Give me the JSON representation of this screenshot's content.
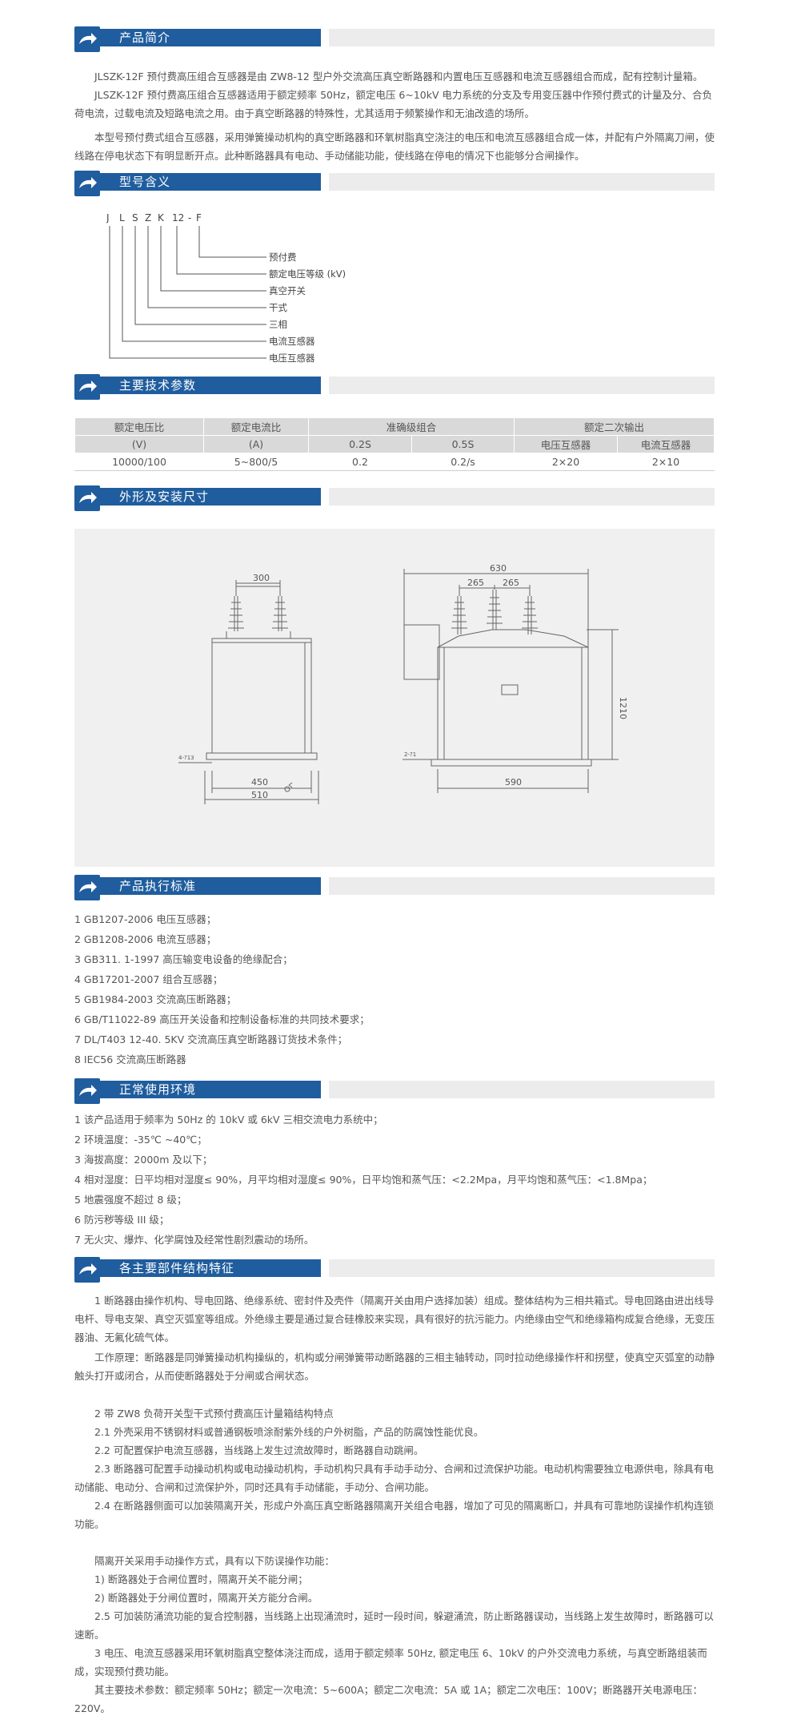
{
  "sections": {
    "intro": "产品简介",
    "model": "型号含义",
    "params": "主要技术参数",
    "dims": "外形及安装尺寸",
    "standards": "产品执行标准",
    "env": "正常使用环境",
    "structure": "各主要部件结构特征"
  },
  "intro": {
    "p1": "JLSZK-12F 预付费高压组合互感器是由 ZW8-12 型户外交流高压真空断路器和内置电压互感器和电流互感器组合而成，配有控制计量箱。",
    "p2": "JLSZK-12F 预付费高压组合互感器适用于额定频率 50Hz，额定电压 6~10kV 电力系统的分支及专用变压器中作预付费式的计量及分、合负荷电流，过载电流及短路电流之用。由于真空断路器的特殊性，尤其适用于频繁操作和无油改造的场所。",
    "p3": "本型号预付费式组合互感器，采用弹簧操动机构的真空断路器和环氧树脂真空浇注的电压和电流互感器组合成一体，并配有户外隔离刀闸，使线路在停电状态下有明显断开点。此种断路器具有电动、手动储能功能，使线路在停电的情况下也能够分合闸操作。"
  },
  "model": {
    "code": [
      "J",
      "L",
      "S",
      "Z",
      "K",
      "12",
      "-",
      "F"
    ],
    "items": [
      "预付费",
      "额定电压等级 (kV)",
      "真空开关",
      "干式",
      "三相",
      "电流互感器",
      "电压互感器"
    ]
  },
  "params": {
    "h1": [
      "额定电压比",
      "额定电流比",
      "准确级组合",
      "额定二次输出"
    ],
    "h2": [
      "(V)",
      "(A)",
      "0.2S",
      "0.5S",
      "电压互感器",
      "电流互感器"
    ],
    "row": [
      "10000/100",
      "5~800/5",
      "0.2",
      "0.2/s",
      "2×20",
      "2×10"
    ]
  },
  "dims": {
    "left": {
      "d300": "300",
      "d450": "450",
      "d510": "510",
      "note": "4-?13"
    },
    "right": {
      "d630": "630",
      "d265a": "265",
      "d265b": "265",
      "d1210": "1210",
      "d590": "590",
      "note": "2-?1"
    }
  },
  "standards": [
    "1 GB1207-2006 电压互感器；",
    "2 GB1208-2006 电流互感器；",
    "3 GB311. 1-1997 高压输变电设备的绝缘配合；",
    "4 GB17201-2007 组合互感器；",
    "5 GB1984-2003 交流高压断路器；",
    "6 GB/T11022-89 高压开关设备和控制设备标准的共同技术要求；",
    "7 DL/T403 12-40. 5KV 交流高压真空断路器订货技术条件；",
    "8 IEC56 交流高压断路器"
  ],
  "env": [
    "1 该产品适用于频率为 50Hz 的 10kV 或 6kV 三相交流电力系统中；",
    "2 环境温度：-35℃ ~40℃；",
    "3 海拔高度：2000m 及以下；",
    "4 相对湿度：日平均相对湿度≤ 90%，月平均相对湿度≤ 90%，日平均饱和蒸气压：<2.2Mpa，月平均饱和蒸气压：<1.8Mpa；",
    "5 地震强度不超过 8 级；",
    "6 防污秽等级 III 级；",
    "7 无火灾、爆炸、化学腐蚀及经常性剧烈震动的场所。"
  ],
  "structure": {
    "p1": "1 断路器由操作机构、导电回路、绝缘系统、密封件及壳件（隔离开关由用户选择加装）组成。整体结构为三相共箱式。导电回路由进出线导电杆、导电支架、真空灭弧室等组成。外绝缘主要是通过复合硅橡胶来实现，具有很好的抗污能力。内绝缘由空气和绝缘箱构成复合绝缘，无变压器油、无氟化硫气体。",
    "p2": "工作原理：断路器是同弹簧操动机构操纵的，机构或分闸弹簧带动断路器的三相主轴转动，同时拉动绝缘操作杆和拐壁，使真空灭弧室的动静触头打开或闭合，从而使断路器处于分闸或合闸状态。",
    "p3": "2 带 ZW8 负荷开关型干式预付费高压计量箱结构特点",
    "p4": "2.1 外壳采用不锈钢材料或普通钢板喷涂耐紫外线的户外树脂，产品的防腐蚀性能优良。",
    "p5": "2.2 可配置保护电流互感器，当线路上发生过流故障时，断路器自动跳闸。",
    "p6": "2.3 断路器可配置手动操动机构或电动操动机构，手动机构只具有手动手动分、合闸和过流保护功能。电动机构需要独立电源供电，除具有电动储能、电动分、合闸和过流保护外，同时还具有手动储能，手动分、合闸功能。",
    "p7": "2.4 在断路器侧面可以加装隔离开关，形成户外高压真空断路器隔离开关组合电器，增加了可见的隔离断口，并具有可靠地防误操作机构连锁功能。",
    "p8": "隔离开关采用手动操作方式，具有以下防误操作功能：",
    "p9": "1) 断路器处于合闸位置时，隔离开关不能分闸；",
    "p10": "2) 断路器处于分闸位置时，隔离开关方能分合闸。",
    "p11": "2.5 可加装防涌流功能的复合控制器，当线路上出现涌流时，延时一段时间，躲避涌流，防止断路器误动，当线路上发生故障时，断路器可以速断。",
    "p12": "3 电压、电流互感器采用环氧树脂真空整体浇注而成，适用于额定频率 50Hz, 额定电压 6、10kV 的户外交流电力系统，与真空断路组装而成，实现预付费功能。",
    "p13": "其主要技术参数：额定频率 50Hz；额定一次电流：5~600A；额定二次电流：5A 或 1A；额定二次电压：100V；断路器开关电源电压：220V。"
  }
}
